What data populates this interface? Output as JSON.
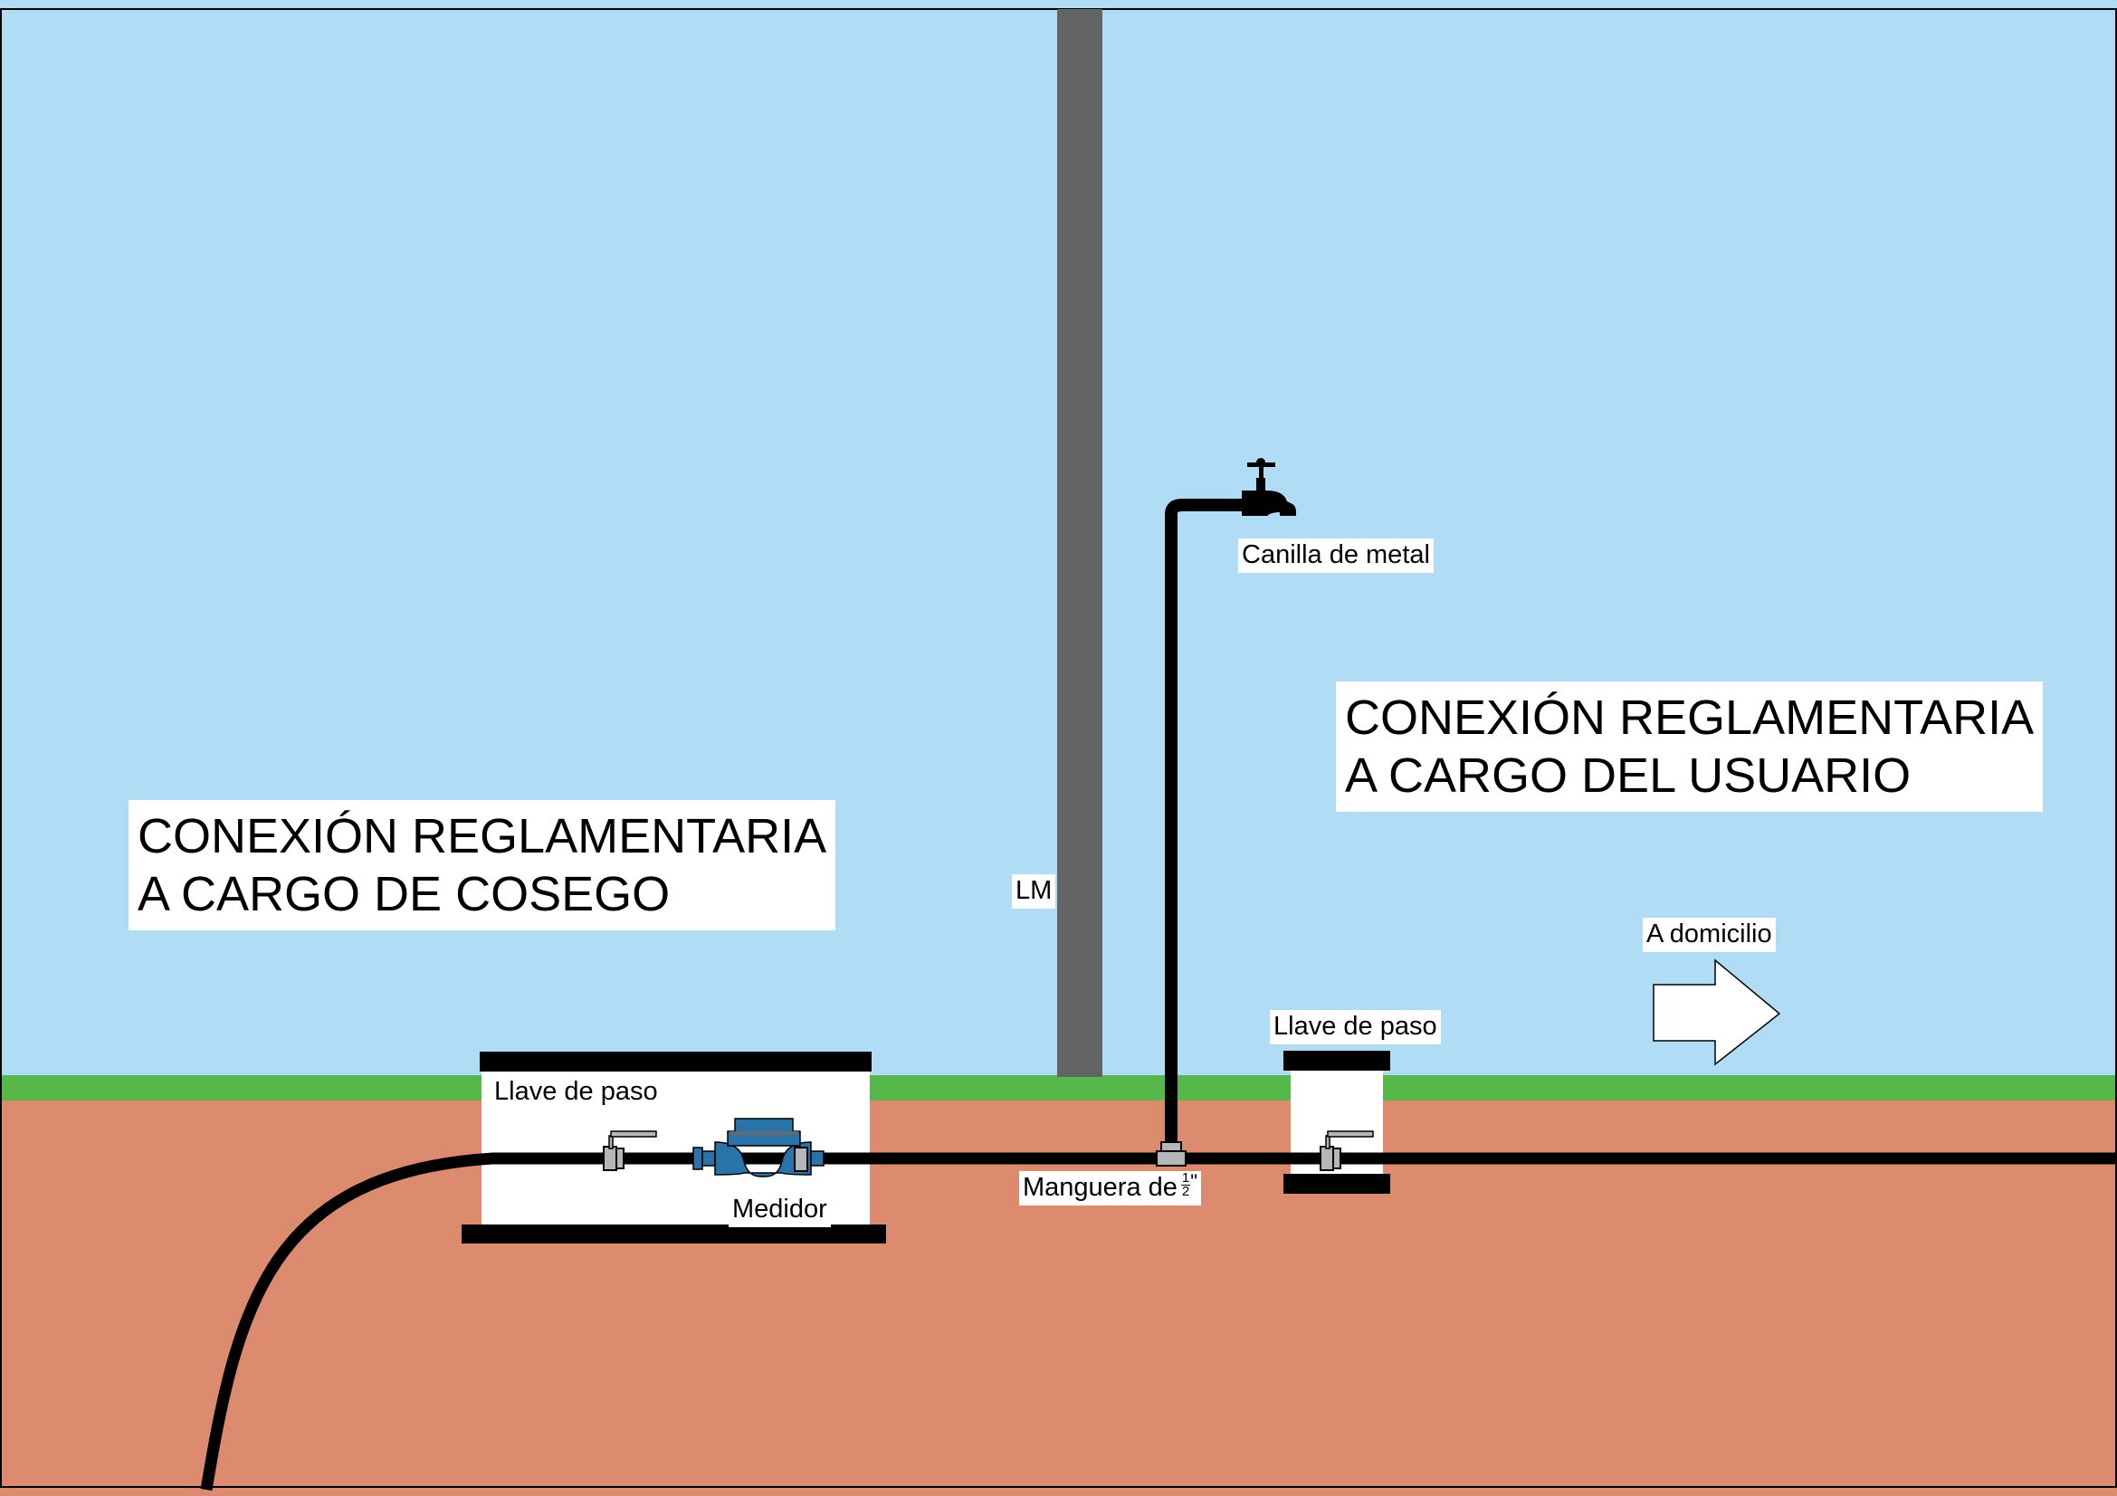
{
  "colors": {
    "sky": "#b0ddf5",
    "grass": "#56b74a",
    "soil": "#dd8b6f",
    "pole": "#636466",
    "pipe": "#000000",
    "box": "#ffffff",
    "valve": "#b5b6b8",
    "meter": "#2a73a9"
  },
  "icons": [
    "water-meter-icon",
    "ball-valve-icon",
    "faucet-icon",
    "arrow-right-icon"
  ],
  "labels": {
    "canilla": "Canilla de metal",
    "lm": "LM",
    "a_domicilio": "A domicilio",
    "llave_left": "Llave de paso",
    "llave_right": "Llave de paso",
    "medidor": "Medidor",
    "manguera": "Manguera de",
    "manguera_num": "1",
    "manguera_den": "2",
    "manguera_unit": "\""
  },
  "titles": {
    "cosego_line1": "CONEXIÓN REGLAMENTARIA",
    "cosego_line2": "A CARGO DE COSEGO",
    "usuario_line1": "CONEXIÓN REGLAMENTARIA",
    "usuario_line2": "A CARGO DEL USUARIO"
  }
}
